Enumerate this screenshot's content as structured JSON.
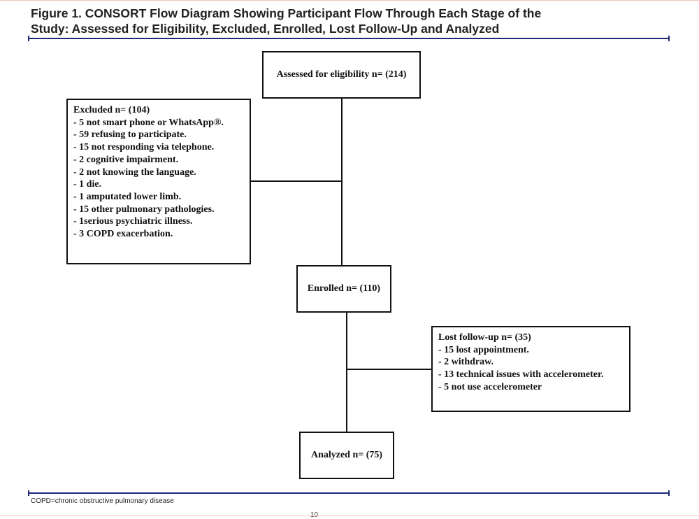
{
  "figure": {
    "title_line1": "Figure 1. CONSORT Flow Diagram Showing Participant Flow Through Each Stage of the",
    "title_line2": "Study: Assessed for Eligibility, Excluded, Enrolled, Lost Follow-Up and Analyzed",
    "footnote": "COPD=chronic obstructive pulmonary disease",
    "page_number": "10"
  },
  "diagram": {
    "assessed": "Assessed for eligibility  n= (214)",
    "excluded": {
      "heading": "Excluded  n= (104)",
      "items": [
        "-  5 not smart phone or WhatsApp®.",
        "- 59 refusing to participate.",
        "- 15 not responding  via telephone.",
        "- 2 cognitive  impairment.",
        "- 2 not knowing  the language.",
        "- 1 die.",
        "- 1 amputated  lower limb.",
        "- 15 other pulmonary  pathologies.",
        "- 1serious psychiatric  illness.",
        "- 3 COPD  exacerbation."
      ]
    },
    "enrolled": "Enrolled  n= (110)",
    "lost_followup": {
      "heading": "Lost follow-up  n= (35)",
      "items": [
        "- 15 lost appointment.",
        "- 2 withdraw.",
        "- 13 technical  issues with  accelerometer.",
        "- 5 not use accelerometer"
      ]
    },
    "analyzed": "Analyzed  n= (75)"
  }
}
